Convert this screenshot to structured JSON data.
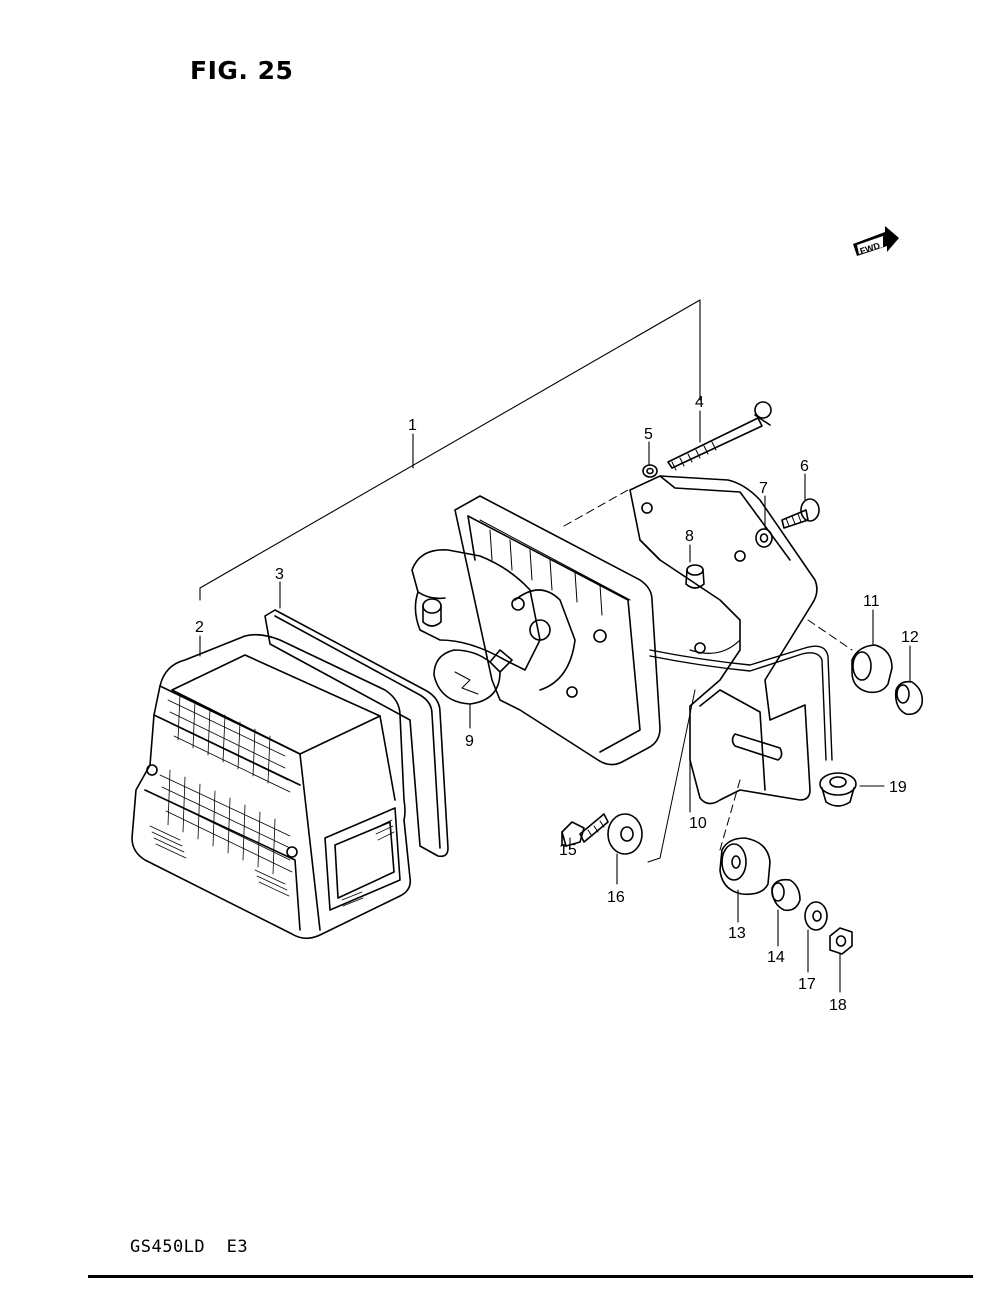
{
  "figure": {
    "title": "FIG. 25"
  },
  "fwd_label": "FWD",
  "model_code": "GS450LD  E3",
  "callouts": [
    {
      "id": "1",
      "label": "1"
    },
    {
      "id": "2",
      "label": "2"
    },
    {
      "id": "3",
      "label": "3"
    },
    {
      "id": "4",
      "label": "4"
    },
    {
      "id": "5",
      "label": "5"
    },
    {
      "id": "6",
      "label": "6"
    },
    {
      "id": "7",
      "label": "7"
    },
    {
      "id": "8",
      "label": "8"
    },
    {
      "id": "9",
      "label": "9"
    },
    {
      "id": "10",
      "label": "10"
    },
    {
      "id": "11",
      "label": "11"
    },
    {
      "id": "12",
      "label": "12"
    },
    {
      "id": "13",
      "label": "13"
    },
    {
      "id": "14",
      "label": "14"
    },
    {
      "id": "15",
      "label": "15"
    },
    {
      "id": "16",
      "label": "16"
    },
    {
      "id": "17",
      "label": "17"
    },
    {
      "id": "18",
      "label": "18"
    },
    {
      "id": "19",
      "label": "19"
    }
  ],
  "colors": {
    "ink": "#000000",
    "paper": "#ffffff"
  }
}
